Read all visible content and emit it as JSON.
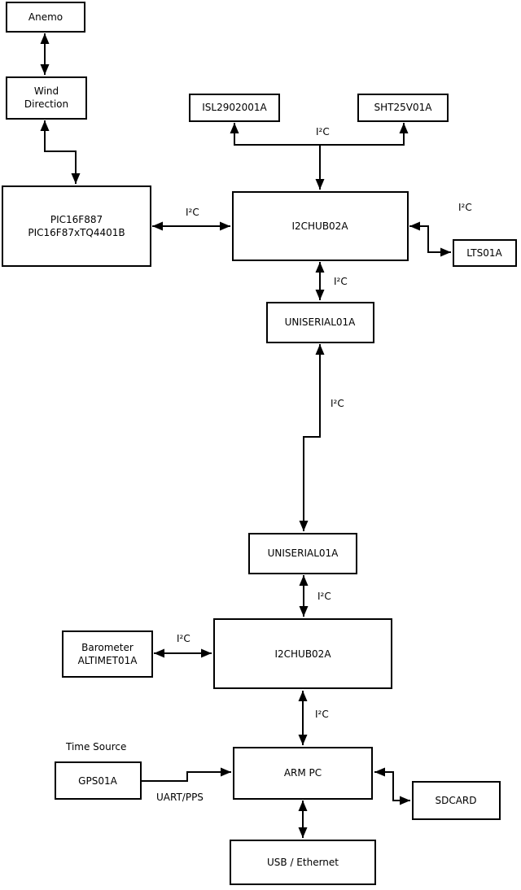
{
  "diagram": {
    "background": "#ffffff",
    "line_color": "#000000",
    "box_fill": "#ffffff",
    "nodes": {
      "anemo": {
        "label": "Anemo"
      },
      "wind_direction": {
        "line1": "Wind",
        "line2": "Direction"
      },
      "pic": {
        "line1": "PIC16F887",
        "line2": "PIC16F87xTQ4401B"
      },
      "isl": {
        "label": "ISL2902001A"
      },
      "sht": {
        "label": "SHT25V01A"
      },
      "i2c_hub_1": {
        "label": "I2CHUB02A"
      },
      "lts": {
        "label": "LTS01A"
      },
      "uniserial_1": {
        "label": "UNISERIAL01A"
      },
      "uniserial_2": {
        "label": "UNISERIAL01A"
      },
      "i2c_hub_2": {
        "label": "I2CHUB02A"
      },
      "barometer": {
        "line1": "Barometer",
        "line2": "ALTIMET01A"
      },
      "gps": {
        "label": "GPS01A"
      },
      "arm_pc": {
        "label": "ARM PC"
      },
      "sdcard": {
        "label": "SDCARD"
      },
      "usb_ethernet": {
        "label": "USB / Ethernet"
      }
    },
    "labels": {
      "i2c": "I²C",
      "time_source": "Time Source",
      "uart_pps": "UART/PPS"
    }
  }
}
